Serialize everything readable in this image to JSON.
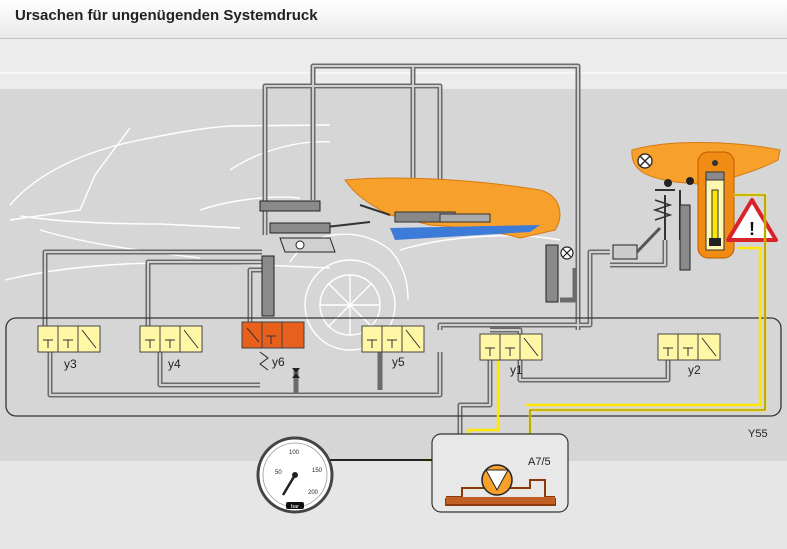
{
  "header": {
    "title": "Ursachen für ungenügenden Systemdruck"
  },
  "valves": {
    "y3": "y3",
    "y4": "y4",
    "y6": "y6",
    "y5": "y5",
    "y1": "y1",
    "y2": "y2"
  },
  "block_label": "Y55",
  "pump_label": "A7/5",
  "gauge": {
    "unit": "bar",
    "ticks": [
      "50",
      "100",
      "150",
      "200"
    ]
  },
  "warning_symbol": "!",
  "colors": {
    "accent_orange": "#f08c14",
    "active_valve": "#e8601c",
    "valve_yellow": "#fff6a6",
    "signal_yellow": "#ffe600",
    "warning_red": "#d8232a"
  },
  "icons": [
    "warning-icon",
    "pressure-gauge-icon",
    "pump-icon",
    "sensor-icon"
  ]
}
